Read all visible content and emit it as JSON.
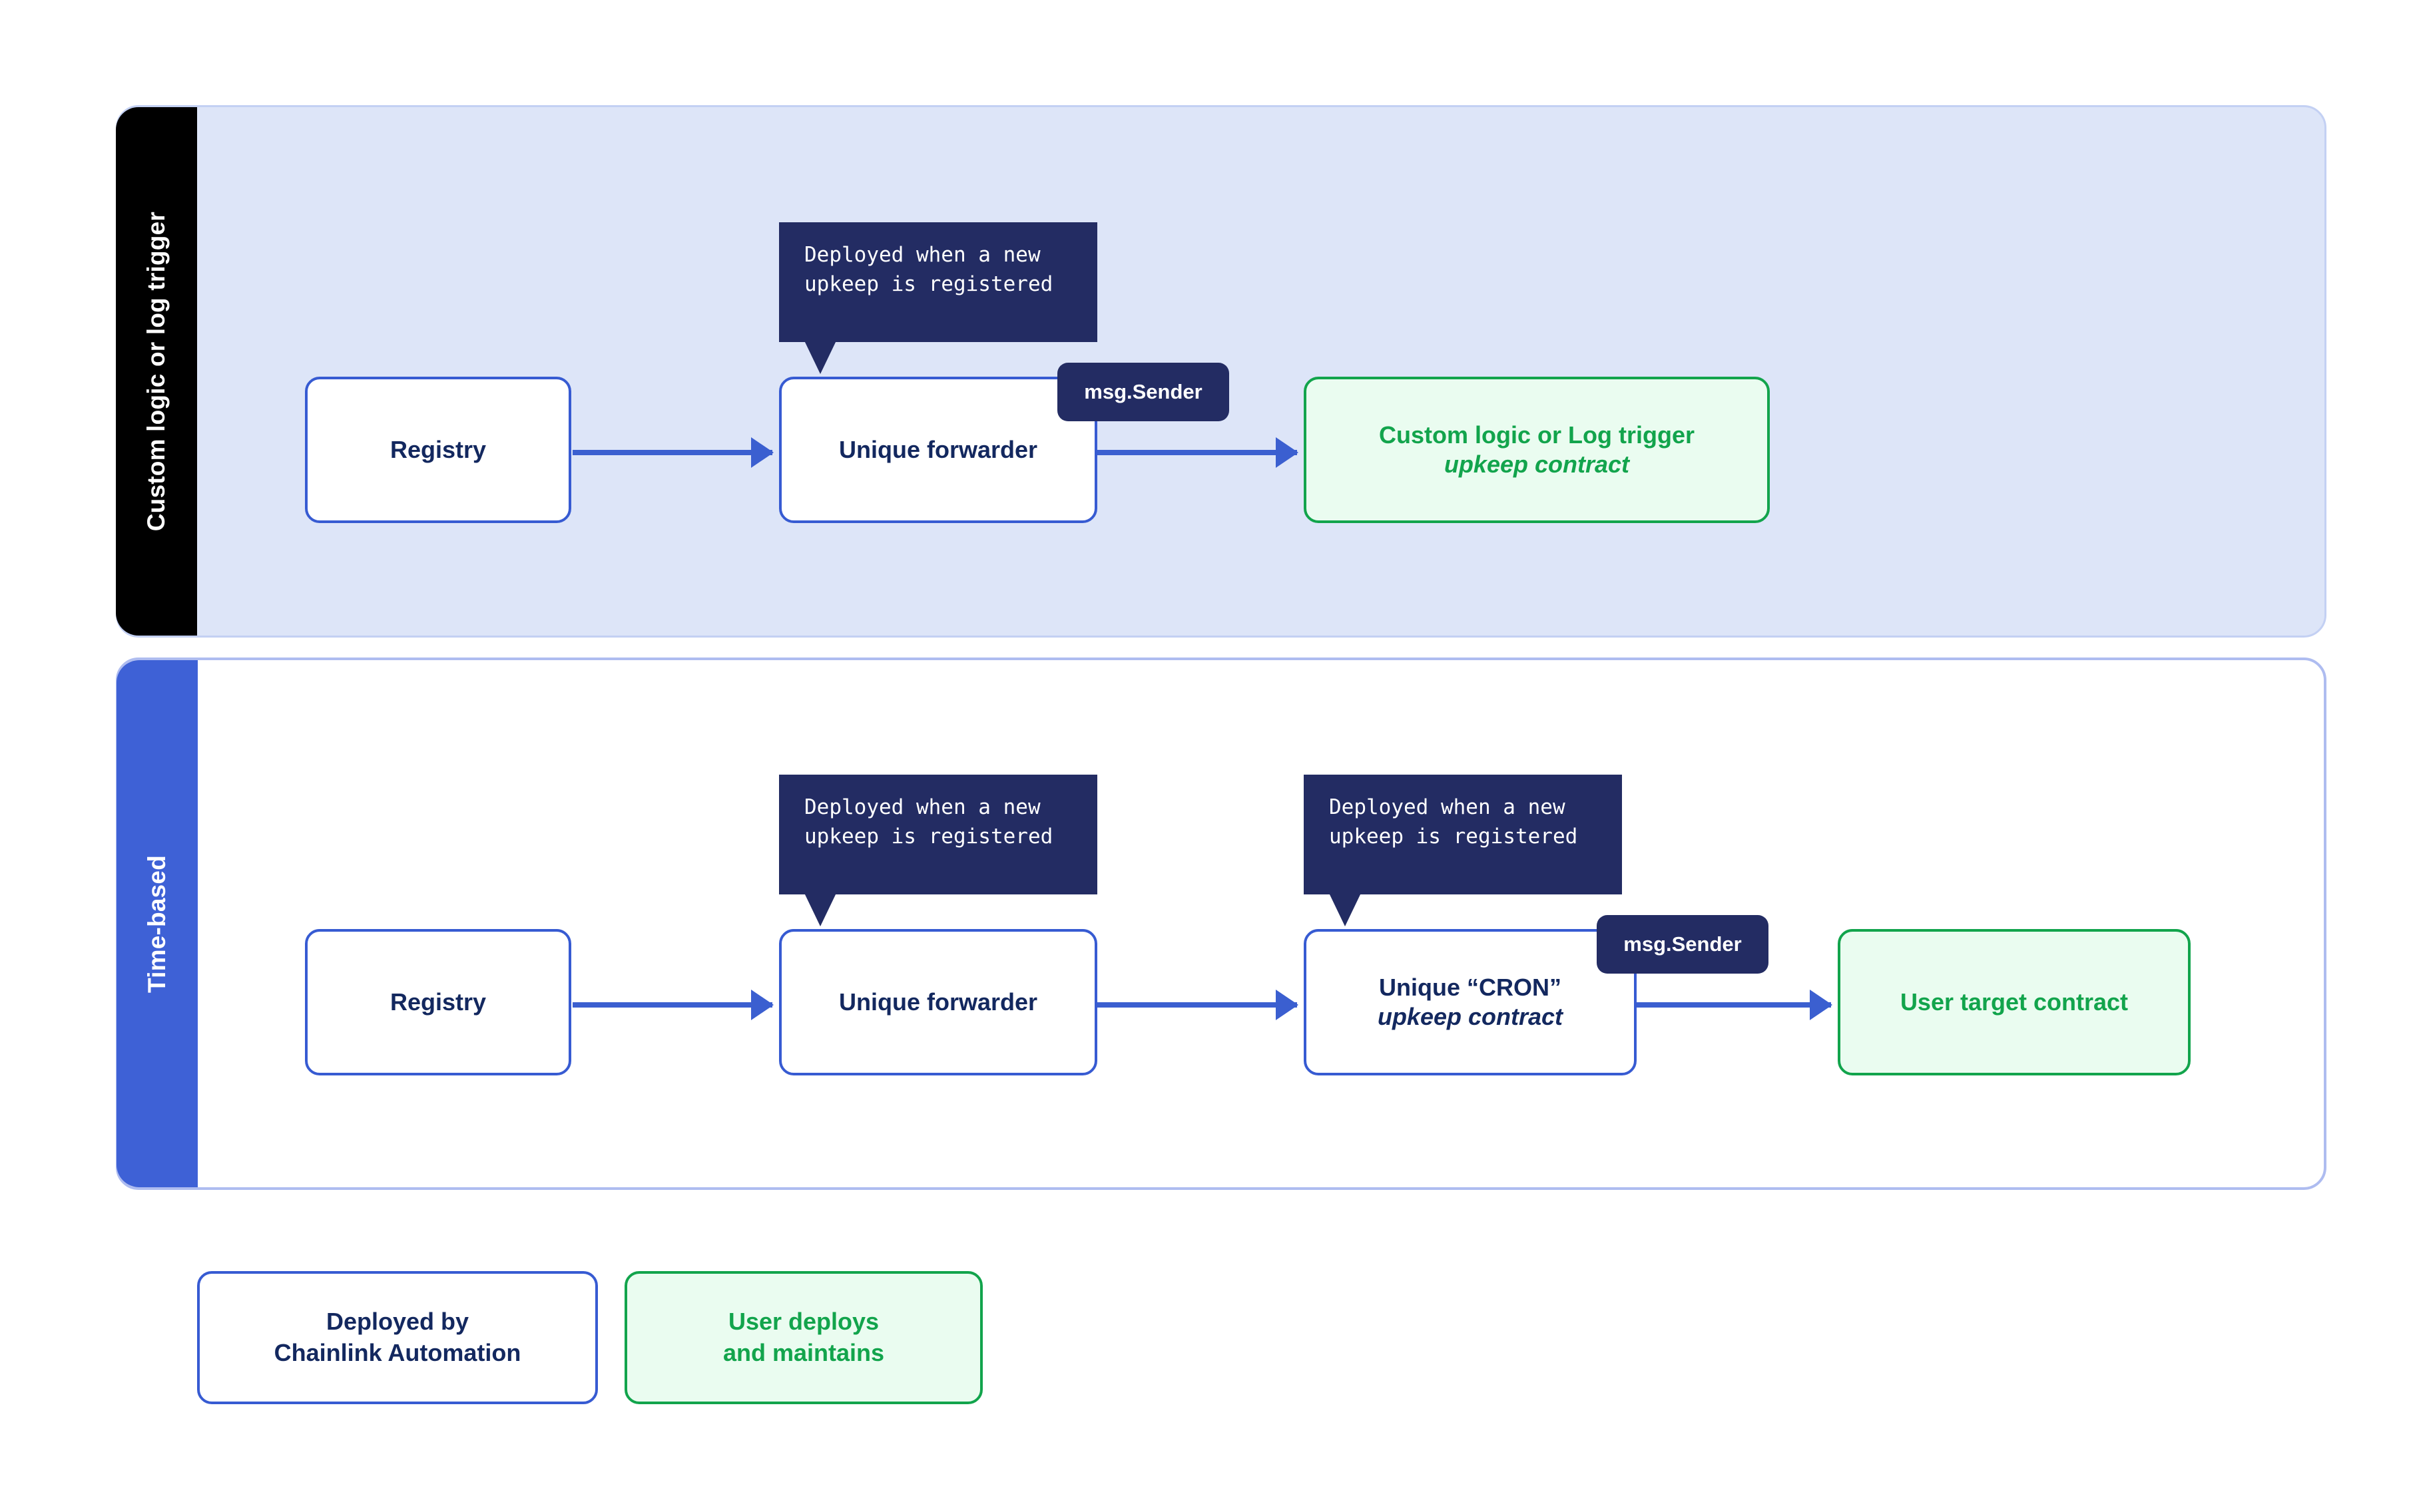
{
  "rows": [
    {
      "tab_label": "Custom logic or log trigger",
      "tab_color": "#000000",
      "panel_bg": "#dde5f8",
      "nodes": [
        {
          "name": "registry",
          "line1": "Registry",
          "line2": ""
        },
        {
          "name": "unique-forwarder",
          "line1": "Unique forwarder",
          "line2": ""
        },
        {
          "name": "upkeep-contract",
          "line1": "Custom logic or Log trigger",
          "line2": "upkeep contract"
        }
      ],
      "callouts": [
        {
          "target": "unique-forwarder",
          "text": "Deployed when a new\nupkeep is registered"
        }
      ],
      "badges": [
        {
          "target": "unique-forwarder",
          "label": "msg.Sender"
        }
      ]
    },
    {
      "tab_label": "Time-based",
      "tab_color": "#3e61d6",
      "panel_bg": "#ffffff",
      "nodes": [
        {
          "name": "registry",
          "line1": "Registry",
          "line2": ""
        },
        {
          "name": "unique-forwarder",
          "line1": "Unique forwarder",
          "line2": ""
        },
        {
          "name": "cron-upkeep-contract",
          "line1": "Unique “CRON”",
          "line2": "upkeep contract"
        },
        {
          "name": "user-target-contract",
          "line1": "User target contract",
          "line2": ""
        }
      ],
      "callouts": [
        {
          "target": "unique-forwarder",
          "text": "Deployed when a new\nupkeep is registered"
        },
        {
          "target": "cron-upkeep-contract",
          "text": "Deployed when a new\nupkeep is registered"
        }
      ],
      "badges": [
        {
          "target": "cron-upkeep-contract",
          "label": "msg.Sender"
        }
      ]
    }
  ],
  "legend": [
    {
      "line1": "Deployed by",
      "line2": "Chainlink Automation",
      "style": "blue"
    },
    {
      "line1": "User deploys",
      "line2": "and maintains",
      "style": "green"
    }
  ],
  "colors": {
    "brand_blue": "#375bd2",
    "connector_blue": "#3b5fd0",
    "deep_navy": "#13285f",
    "callout_navy": "#232c63",
    "green": "#12a44c",
    "green_fill": "#eafcf0",
    "panel1_bg": "#dde5f8",
    "panel1_border": "#c3d0f3",
    "panel2_border": "#aebcf0",
    "tab_black": "#000000",
    "tab_blue": "#3e61d6"
  }
}
